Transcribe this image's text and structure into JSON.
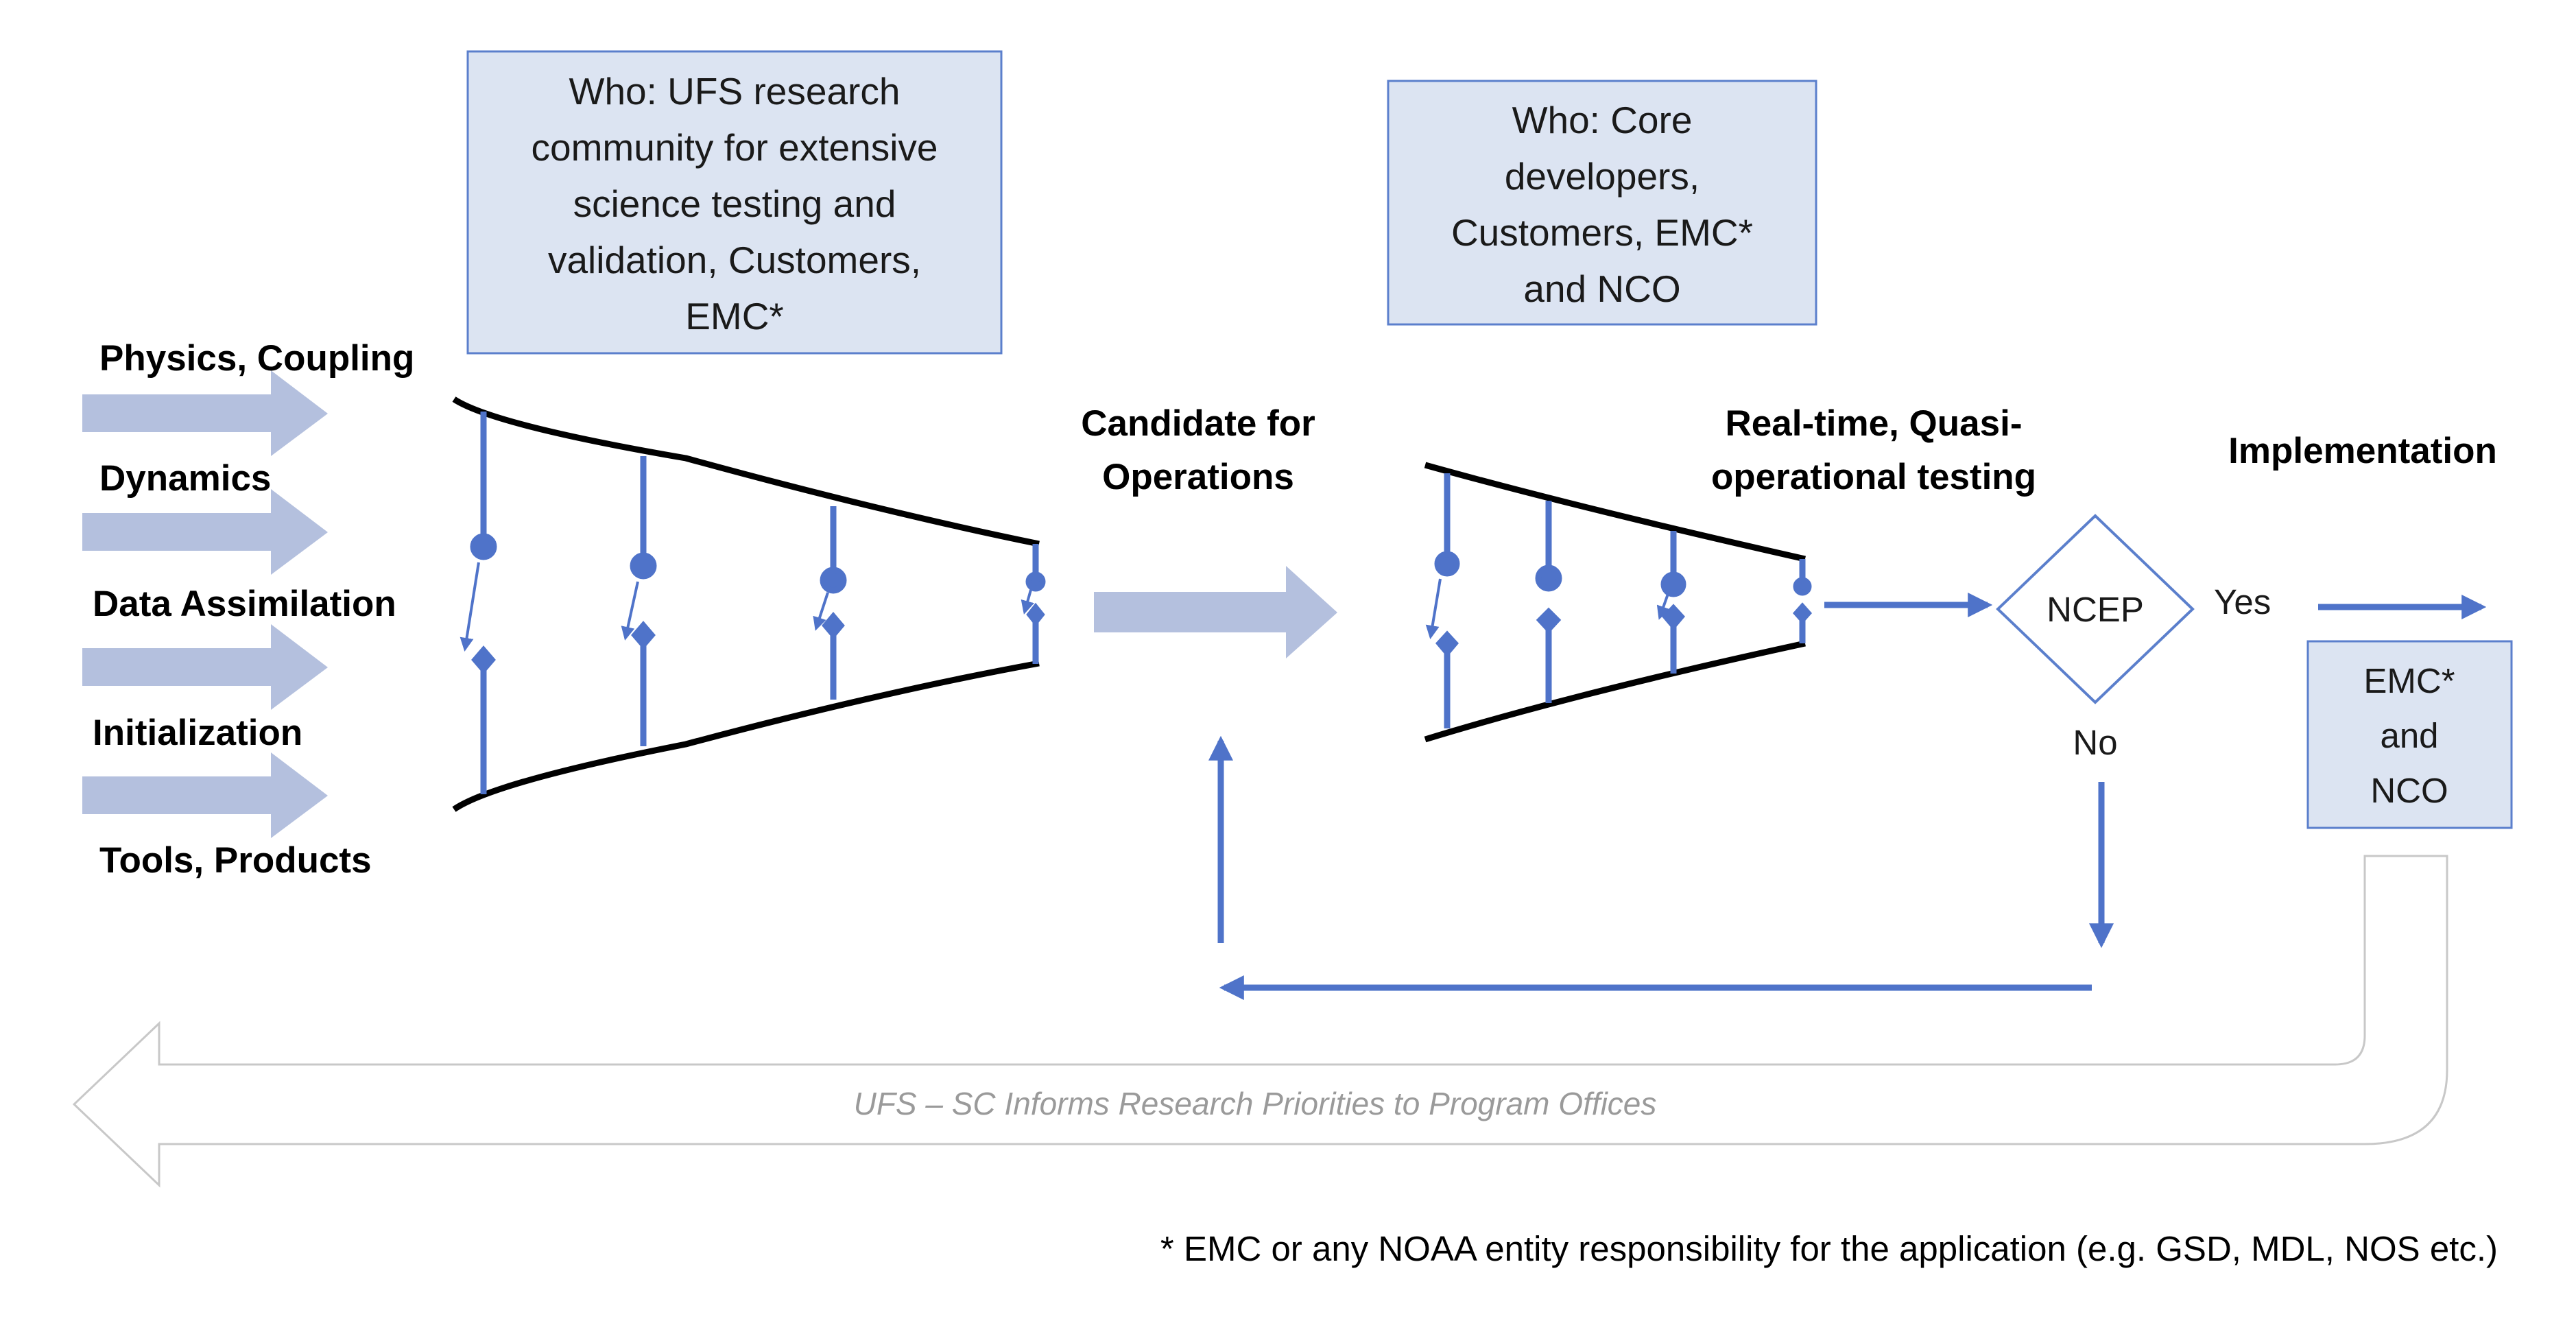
{
  "inputs": [
    "Physics, Coupling",
    "Dynamics",
    "Data Assimilation",
    "Initialization",
    "Tools, Products"
  ],
  "who_boxes": [
    {
      "lines": [
        "Who: UFS research",
        "community for extensive",
        "science testing and",
        "validation, Customers,",
        "EMC*"
      ]
    },
    {
      "lines": [
        "Who: Core",
        "developers,",
        "Customers, EMC*",
        "and NCO"
      ]
    }
  ],
  "stages": {
    "candidate": [
      "Candidate for",
      "Operations"
    ],
    "realtime": [
      "Real-time, Quasi-",
      "operational testing"
    ],
    "implementation": "Implementation"
  },
  "decision": {
    "label": "NCEP",
    "yes": "Yes",
    "no": "No"
  },
  "implementation_box": [
    "EMC*",
    "and",
    "NCO"
  ],
  "feedback_loop": "UFS – SC Informs Research Priorities to  Program Offices",
  "footnote": "* EMC or any NOAA entity responsibility for the application (e.g. GSD, MDL, NOS etc.)",
  "colors": {
    "accent": "#4f73c9",
    "input_arrow": "#b4c0de",
    "box_fill": "#dce4f2",
    "box_border": "#5b7fcc",
    "loop_border": "#c8c8c8",
    "loop_text": "#9a9a9a"
  }
}
